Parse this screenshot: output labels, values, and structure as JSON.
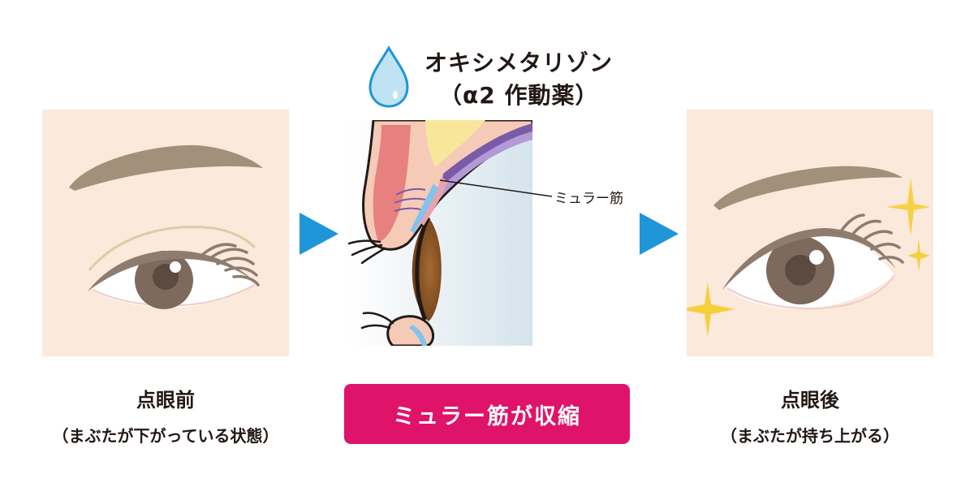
{
  "drug": {
    "name": "オキシメタリゾン",
    "class": "（α2 作動薬）"
  },
  "before": {
    "title": "点眼前",
    "subtitle": "（まぶたが下がっている状態）"
  },
  "after": {
    "title": "点眼後",
    "subtitle": "（まぶたが持ち上がる）"
  },
  "cross_section": {
    "muscle_label": "ミュラー筋"
  },
  "effect": {
    "label": "ミュラー筋が収縮"
  },
  "colors": {
    "panel_bg": "#fbe9dc",
    "arrow": "#1e96d8",
    "badge": "#e0136a",
    "brow": "#a3907a",
    "iris": "#7d6a5d",
    "sparkle": "#f6d03c"
  }
}
